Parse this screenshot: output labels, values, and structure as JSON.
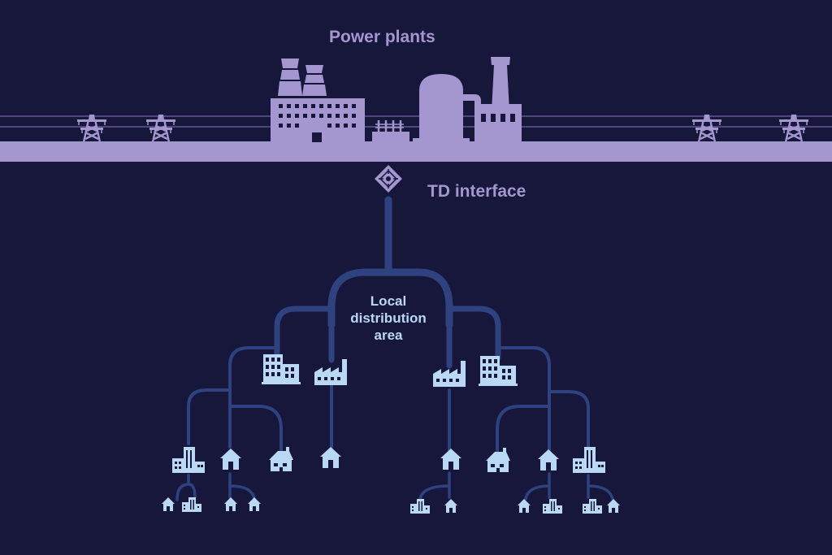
{
  "labels": {
    "power_plants": "Power plants",
    "td_interface": "TD interface",
    "local_distribution_area": "Local\ndistribution\narea"
  },
  "colors": {
    "background": "#17163b",
    "transmission": "#a496cf",
    "distribution": "#2d427f",
    "consumer_icon": "#b9d8f3"
  },
  "icons": {
    "transmission_tower": "transmission-tower-icon",
    "cooling_towers": "cooling-tower-icon",
    "plant": "power-plant-icon",
    "reactor": "reactor-dome-icon",
    "substation": "substation-icon",
    "interface": "td-interface-icon",
    "office": "office-building-icon",
    "factory": "factory-icon",
    "house": "house-icon",
    "apartment": "apartment-icon"
  }
}
